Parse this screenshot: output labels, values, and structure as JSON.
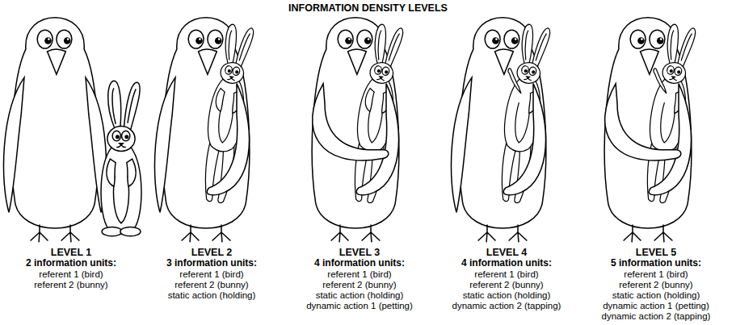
{
  "diagram": {
    "title": "INFORMATION DENSITY LEVELS",
    "labels": [
      "LEVEL 1",
      "2 information units:",
      "referent 1 (bird)",
      "referent 2 (bunny)",
      "LEVEL 2",
      "3 information units:",
      "referent 1 (bird)",
      "referent 2 (bunny)",
      "static action (holding)",
      "LEVEL 3",
      "4 information units:",
      "referent 1 (bird)",
      "referent 2 (bunny)",
      "static action (holding)",
      "dynamic action 1 (petting)",
      "LEVEL 4",
      "4 information units:",
      "referent 1 (bird)",
      "referent 2 (bunny)",
      "static action (holding)",
      "dynamic action 2 (tapping)",
      "LEVEL 5",
      "5 information units:",
      "referent 1 (bird)",
      "referent 2 (bunny)",
      "static action (holding)",
      "dynamic action 1 (petting)",
      "dynamic action 2 (tapping)"
    ]
  }
}
